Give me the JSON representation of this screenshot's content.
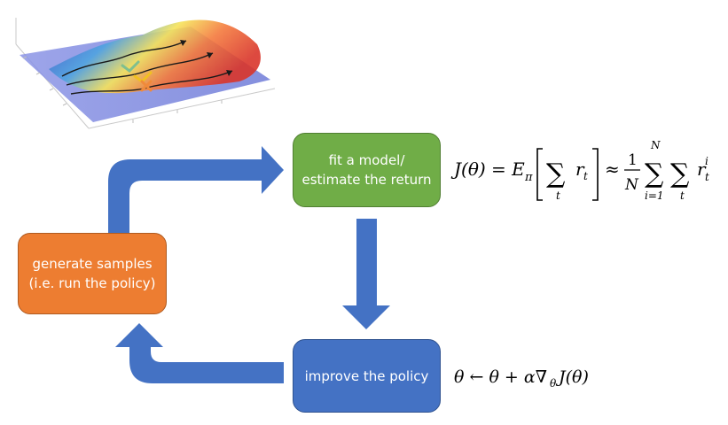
{
  "nodes": {
    "fit": {
      "line1": "fit a model/",
      "line2": "estimate the return"
    },
    "generate": {
      "line1": "generate samples",
      "line2": "(i.e. run the policy)"
    },
    "improve": {
      "line1": "improve the policy"
    }
  },
  "formulas": {
    "return": {
      "lhs": "J(θ) = E",
      "pi": "π",
      "sum1": "∑",
      "sub_t": "t",
      "r": "r",
      "approx": "≈",
      "frac_num": "1",
      "frac_den": "N",
      "sum_top": "N",
      "sum_bot": "i=1",
      "sup_i": "i"
    },
    "update": {
      "text": "θ ← θ + α∇",
      "sub": "θ",
      "tail": "J(θ)"
    }
  },
  "colors": {
    "green": "#70ad47",
    "orange": "#ed7d31",
    "blue": "#4472c4",
    "arrow": "#4472c4"
  },
  "illustration": {
    "icon": "reward-surface-3d-plot-icon"
  }
}
